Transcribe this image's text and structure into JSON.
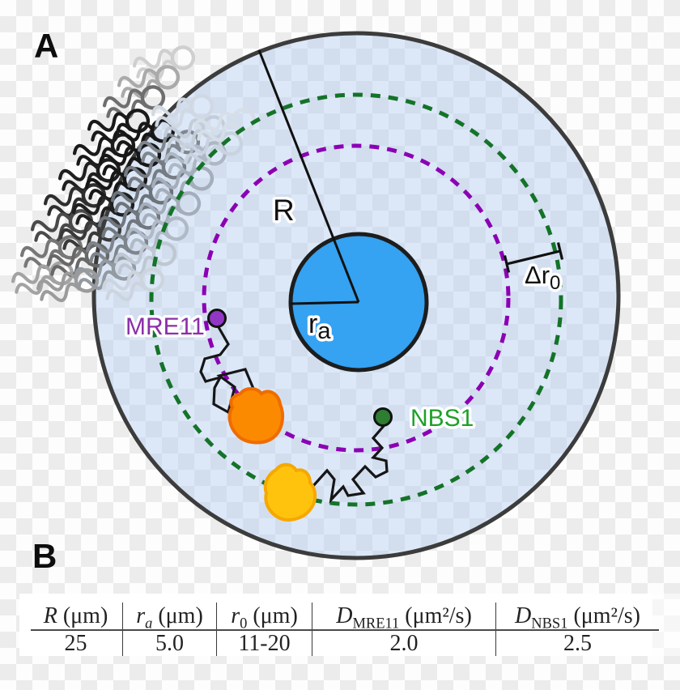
{
  "panel_a_label": "A",
  "panel_b_label": "B",
  "diagram": {
    "radius_label": "R",
    "active_radius_label": {
      "base": "r",
      "sub": "a"
    },
    "shell_width_label": {
      "base": "Δr",
      "sub": "0"
    },
    "mre11_label": "MRE11",
    "nbs1_label": "NBS1",
    "colors": {
      "membrane_stroke": "#3c3c3c",
      "cytoplasm_fill": "rgba(172,202,241,0.41)",
      "nucleus_fill": "#35a2f2",
      "nucleus_stroke": "#1d1d1d",
      "mre11_text": "#8c2fa8",
      "mre11_orbit": "#8c00b4",
      "mre11_dot": "#9137c4",
      "mre11_condensate_fill": "#fb8a00",
      "mre11_condensate_stroke": "#ef6c00",
      "nbs1_text": "#1fa02a",
      "nbs1_orbit": "#147328",
      "nbs1_dot": "#2e7d32",
      "nbs1_condensate_fill": "#ffc30e",
      "nbs1_condensate_stroke": "#f5a800",
      "annotation_black": "#111111"
    }
  },
  "table": {
    "columns": [
      {
        "variable": "R",
        "subscript": "",
        "unit": "(μm)",
        "value": "25"
      },
      {
        "variable": "r",
        "subscript": "a",
        "unit": "(μm)",
        "value": "5.0"
      },
      {
        "variable": "r",
        "subscript": "0",
        "unit": "(μm)",
        "value": "11-20"
      },
      {
        "variable": "D",
        "subscript": "MRE11",
        "unit": "(μm²/s)",
        "value": "2.0"
      },
      {
        "variable": "D",
        "subscript": "NBS1",
        "unit": "(μm²/s)",
        "value": "2.5"
      }
    ]
  }
}
